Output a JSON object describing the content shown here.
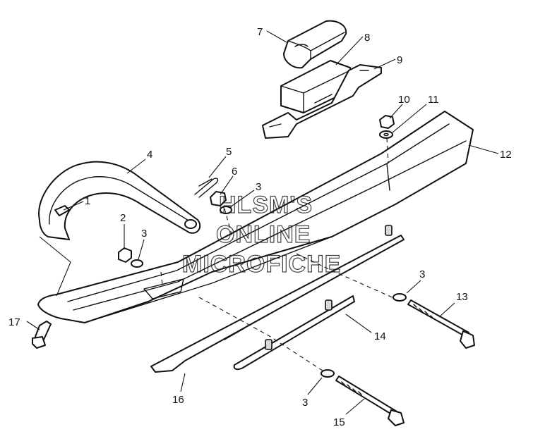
{
  "diagram": {
    "callouts": [
      {
        "id": "c7",
        "label": "7"
      },
      {
        "id": "c8",
        "label": "8"
      },
      {
        "id": "c9",
        "label": "9"
      },
      {
        "id": "c10",
        "label": "10"
      },
      {
        "id": "c11",
        "label": "11"
      },
      {
        "id": "c12",
        "label": "12"
      },
      {
        "id": "c4",
        "label": "4"
      },
      {
        "id": "c5",
        "label": "5"
      },
      {
        "id": "c6",
        "label": "6"
      },
      {
        "id": "c3a",
        "label": "3"
      },
      {
        "id": "c1",
        "label": "1"
      },
      {
        "id": "c2",
        "label": "2"
      },
      {
        "id": "c3b",
        "label": "3"
      },
      {
        "id": "c3c",
        "label": "3"
      },
      {
        "id": "c13",
        "label": "13"
      },
      {
        "id": "c14",
        "label": "14"
      },
      {
        "id": "c17",
        "label": "17"
      },
      {
        "id": "c16",
        "label": "16"
      },
      {
        "id": "c3d",
        "label": "3"
      },
      {
        "id": "c15",
        "label": "15"
      }
    ]
  },
  "watermark": {
    "line1": "HLSM'S",
    "line2": "ONLINE",
    "line3": "MICROFICHE"
  }
}
